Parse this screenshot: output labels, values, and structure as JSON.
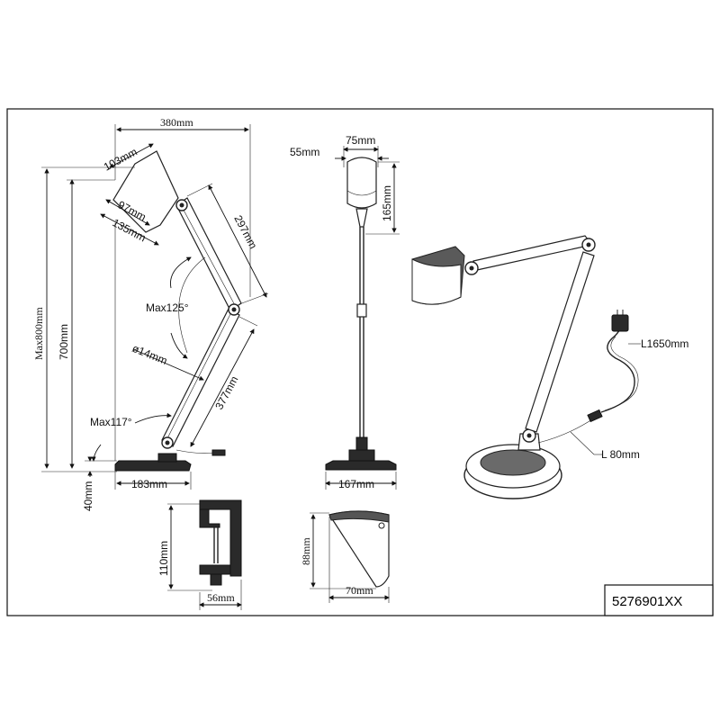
{
  "dimensions": {
    "width_380": "380mm",
    "shade_103": "103mm",
    "shade_97": "97mm",
    "shade_135": "135mm",
    "arm_297": "297mm",
    "angle_125": "Max125°",
    "diameter_14": "ø14mm",
    "arm_377": "377mm",
    "angle_117": "Max117°",
    "height_max800": "Max800mm",
    "height_700": "700mm",
    "base_40": "40mm",
    "base_183": "183mm",
    "front_75": "75mm",
    "front_55": "55mm",
    "front_165": "165mm",
    "front_base_167": "167mm",
    "cable_1650": "L1650mm",
    "cable_80": "L 80mm",
    "clamp_110": "110mm",
    "clamp_56": "56mm",
    "shade_88": "88mm",
    "shade_70": "70mm"
  },
  "product_code": "5276901XX"
}
